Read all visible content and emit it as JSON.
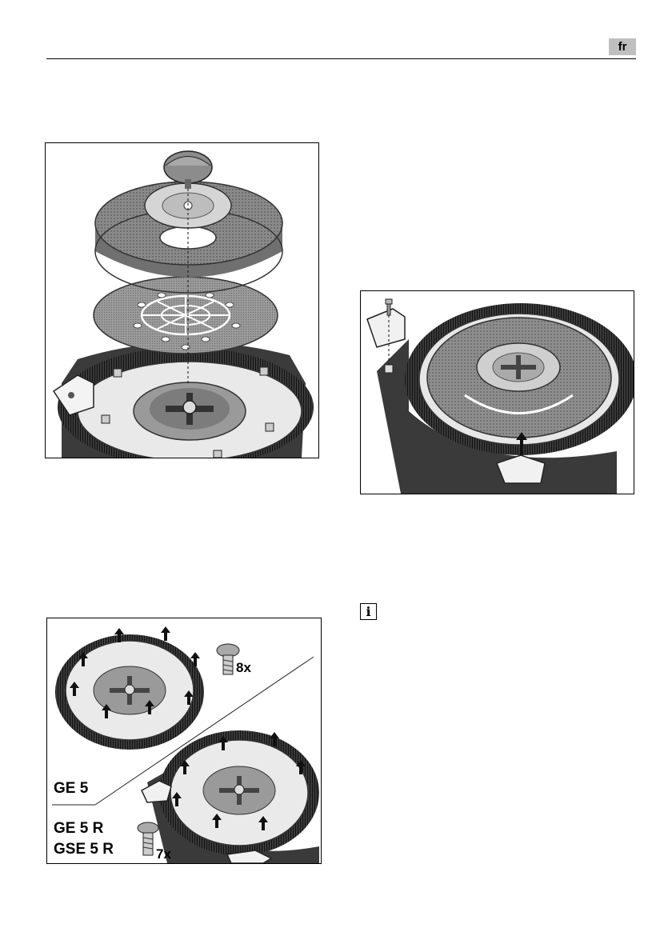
{
  "header": {
    "language": "fr"
  },
  "figure_3": {
    "label_ge5": "GE 5",
    "label_ge5r": "GE 5 R",
    "label_gse5r": "GSE 5 R",
    "screw_count_ge5": "8x",
    "screw_count_ge5r": "7x"
  },
  "icons": {
    "info": "i"
  }
}
